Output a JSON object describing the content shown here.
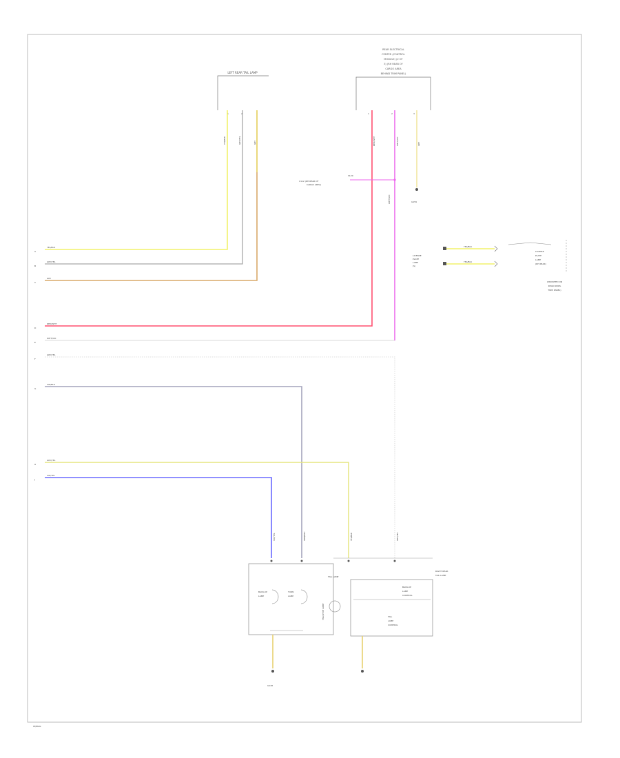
{
  "components": {
    "left_connector": {
      "label": "LEFT REAR TAIL LAMP",
      "pins": [
        "1",
        "2",
        "3"
      ],
      "wire_codes": [
        "YEL/BLK",
        "GRY/YEL",
        "GRY"
      ]
    },
    "top_connector": {
      "label_lines": [
        "REAR ELECTRICAL",
        "CENTER (CONTROL",
        "MODULE) (2 OF",
        "3) (RH REAR OF",
        "CARGO AREA",
        "BEHIND TRIM PANEL)"
      ],
      "pins": [
        "1",
        "2",
        "3"
      ],
      "wire_codes": [
        "RED/WHT",
        "WHT/VIO",
        "GRY"
      ]
    },
    "splice": {
      "label_lines": [
        "C112 (RH REAR OF",
        "CARGO AREA)"
      ],
      "tag": "S120"
    },
    "ground_top": {
      "label": "G159"
    },
    "right_connector": {
      "side_label_lines": [
        "LICENSE",
        "PLATE",
        "LAMP",
        "(S)"
      ],
      "wire_codes": [
        "YEL/BLK",
        "YEL/BLK"
      ],
      "module_label_lines": [
        "LICENSE",
        "PLATE",
        "LAMP",
        "(RH REAR)"
      ],
      "below_label_lines": [
        "(MOUNTED ON",
        "REAR PANEL",
        "TRIM PANEL)"
      ]
    },
    "bottom_lamp": {
      "wire_codes": [
        "VIO/YEL",
        "GRN/BLU",
        "YEL/BLK",
        "GRY/YEL"
      ],
      "bulb_labels": [
        "BACK-UP",
        "TURN",
        "LAMP"
      ],
      "label_lines": [
        "RIGHT REAR",
        "TAIL LAMP"
      ],
      "tail_label": "TAIL/STOP LAMP",
      "inner_label_lines": [
        "BACK-UP",
        "LAMP",
        "CONTROL"
      ],
      "inner_label2_lines": [
        "TAIL",
        "LAMP",
        "CONTROL"
      ],
      "ground_label": "G128"
    }
  },
  "left_wires": [
    {
      "pin": "A",
      "code": "YEL/BLK",
      "color": "#f2f26a"
    },
    {
      "pin": "B",
      "code": "GRY/YEL",
      "color": "#b0b0b0"
    },
    {
      "pin": "C",
      "code": "GRY",
      "color": "#e0b070"
    },
    {
      "pin": "D",
      "code": "RED/WHT",
      "color": "#ff4f6f"
    },
    {
      "pin": "E",
      "code": "WHT/VIO",
      "color": "#e4e4e4"
    },
    {
      "pin": "F",
      "code": "GRY/YEL",
      "color": "#d8d8d8"
    },
    {
      "pin": "G",
      "code": "VIO/BLU",
      "color": "#a4a4bc"
    },
    {
      "pin": "H",
      "code": "GRY/YEL",
      "color": "#e6e680"
    },
    {
      "pin": "J",
      "code": "VIO/YEL",
      "color": "#6a6aff"
    }
  ],
  "footer": {
    "code": "W/DIAG"
  }
}
